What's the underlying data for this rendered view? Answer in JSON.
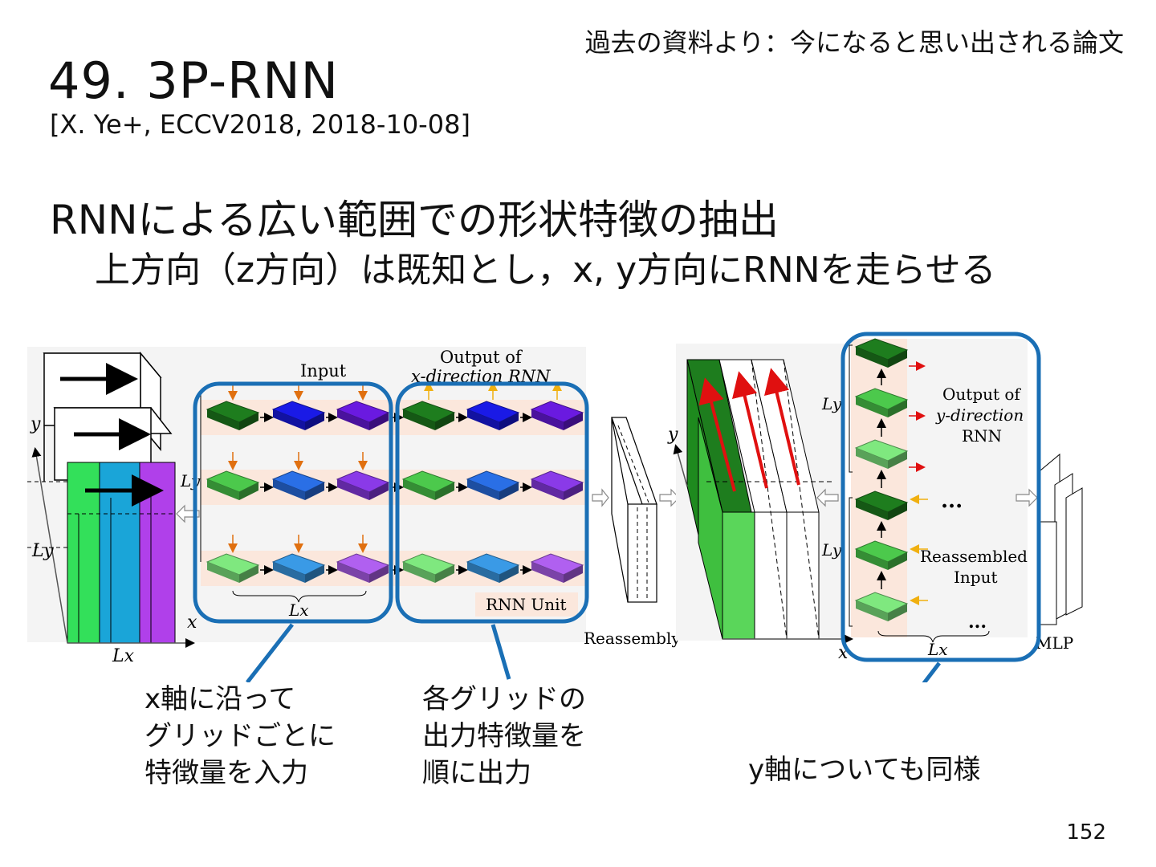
{
  "slide": {
    "tagline": "過去の資料より：今になると思い出される論文",
    "title": "49. 3P-RNN",
    "citation": "[X. Ye+, ECCV2018, 2018-10-08]",
    "heading": "RNNによる広い範囲での形状特徴の抽出",
    "subheading": "上方向（z方向）は既知とし，x, y方向にRNNを走らせる",
    "page_number": "152"
  },
  "figure": {
    "labels": {
      "y_axis": "y",
      "x_axis": "x",
      "lx": "Lx",
      "ly": "Ly",
      "input": "Input",
      "output_x_line1": "Output of",
      "output_x_line2": "x-direction RNN",
      "rnn_unit": "RNN Unit",
      "reassembly": "Reassembly",
      "output_y_line1": "Output of",
      "output_y_line2": "y-direction",
      "output_y_line3": "RNN",
      "reassembled_line1": "Reassembled",
      "reassembled_line2": "Input",
      "ellipsis": "...",
      "mlp": "MLP"
    },
    "colors": {
      "highlight": "#1a6fb5",
      "dark_green": "#1e7d1e",
      "mid_green": "#4cc94c",
      "light_green": "#7fe87f",
      "dark_blue": "#1a1ae6",
      "mid_blue": "#2a6fe6",
      "light_blue": "#3a9ae6",
      "dark_purple": "#6a1ae0",
      "mid_purple": "#8a3ae8",
      "light_purple": "#b060f0",
      "red_arrow": "#e01010",
      "orange_arrow": "#e07010",
      "yellow_arrow": "#f0b010",
      "band": "#fbe7dc"
    }
  },
  "notes": {
    "note1": [
      "x軸に沿って",
      "グリッドごとに",
      "特徴量を入力"
    ],
    "note2": [
      "各グリッドの",
      "出力特徴量を",
      "順に出力"
    ],
    "note3": "y軸についても同様"
  }
}
